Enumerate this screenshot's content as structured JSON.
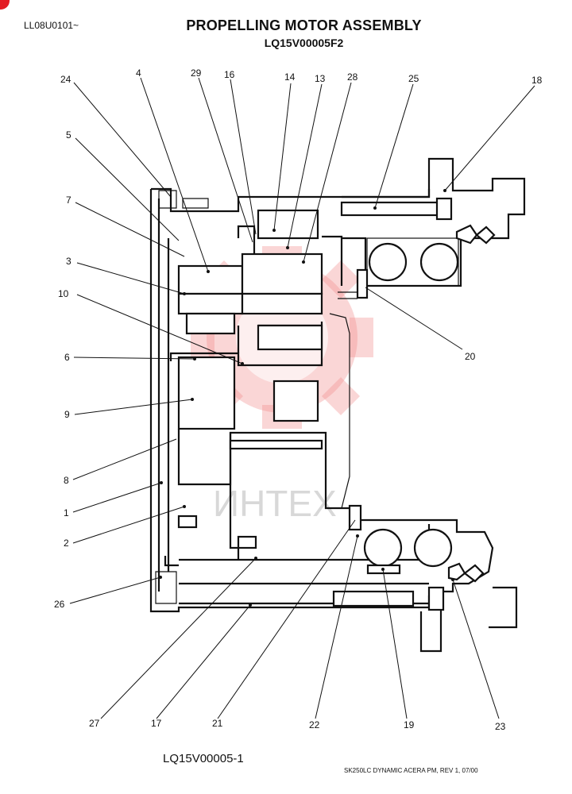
{
  "header": {
    "page_code": "LL08U0101~",
    "title": "PROPELLING MOTOR ASSEMBLY",
    "part_number": "LQ15V00005F2"
  },
  "footer": {
    "drawing_number": "LQ15V00005-1",
    "note": "SK250LC DYNAMIC ACERA PM, REV 1, 07/00"
  },
  "watermark": {
    "text": "ИНТЕХ",
    "color": "#f08a8a"
  },
  "callouts": {
    "c1": "1",
    "c2": "2",
    "c3": "3",
    "c4": "4",
    "c5": "5",
    "c6": "6",
    "c7": "7",
    "c8": "8",
    "c9": "9",
    "c10": "10",
    "c13": "13",
    "c14": "14",
    "c16": "16",
    "c17": "17",
    "c18": "18",
    "c19": "19",
    "c20": "20",
    "c21": "21",
    "c22": "22",
    "c23": "23",
    "c24": "24",
    "c25": "25",
    "c26": "26",
    "c27": "27",
    "c28": "28",
    "c29": "29"
  }
}
